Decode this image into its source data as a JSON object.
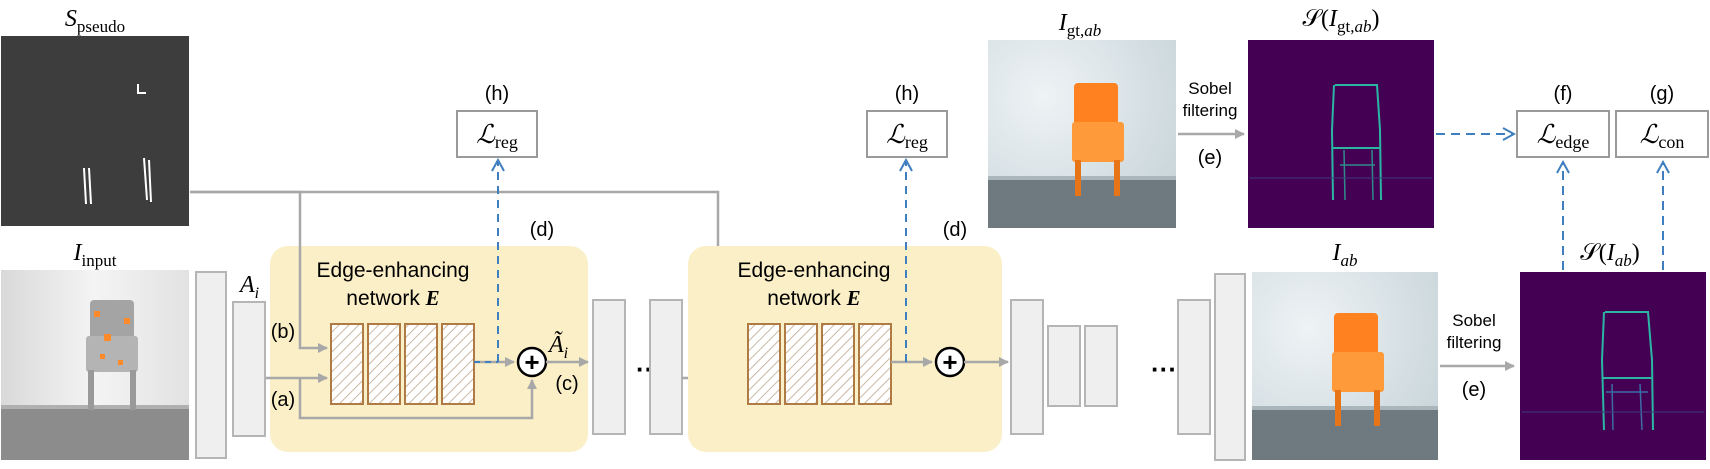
{
  "colors": {
    "module_fill": "#fbefc7",
    "block_stroke": "#b5b5b5",
    "block_fill": "#efefef",
    "hatch_stroke": "#b07a45",
    "line": "#a8a8a8",
    "dashed": "#3f7fbf",
    "text": "#000000",
    "box_stroke": "#9a9a9a"
  },
  "images": {
    "s_pseudo": {
      "label_base": "S",
      "label_sub": "pseudo"
    },
    "i_input": {
      "label_base": "I",
      "label_sub": "input"
    },
    "i_gt_ab": {
      "label_base": "I",
      "label_sub": "gt,",
      "label_sub_italic": "ab"
    },
    "s_gt_ab": {
      "label_prefix": "𝒮(",
      "label_base": "I",
      "label_sub": "gt,",
      "label_sub_italic": "ab",
      "label_suffix": ")"
    },
    "i_ab": {
      "label_base": "I",
      "label_sub": "ab"
    },
    "s_ab": {
      "label_prefix": "𝒮(",
      "label_base": "I",
      "label_sub": "ab",
      "label_suffix": ")"
    }
  },
  "modules": [
    {
      "title_line1": "Edge-enhancing",
      "title_line2": "network ",
      "title_symbol": "E",
      "tag": "(d)",
      "loss_tag": "(h)",
      "loss_base": "ℒ",
      "loss_sub": "reg"
    },
    {
      "title_line1": "Edge-enhancing",
      "title_line2": "network ",
      "title_symbol": "E",
      "tag": "(d)",
      "loss_tag": "(h)",
      "loss_base": "ℒ",
      "loss_sub": "reg"
    }
  ],
  "labels": {
    "a_i_base": "A",
    "a_i_sub": "i",
    "a_tilde_base": "Ã",
    "a_tilde_sub": "i",
    "b": "(b)",
    "a": "(a)",
    "c": "(c)",
    "ellipsis": "···",
    "plus": "+"
  },
  "sobel": [
    {
      "line1": "Sobel",
      "line2": "filtering",
      "tag": "(e)"
    },
    {
      "line1": "Sobel",
      "line2": "filtering",
      "tag": "(e)"
    }
  ],
  "losses": {
    "edge": {
      "tag": "(f)",
      "base": "ℒ",
      "sub": "edge"
    },
    "con": {
      "tag": "(g)",
      "base": "ℒ",
      "sub": "con"
    }
  }
}
